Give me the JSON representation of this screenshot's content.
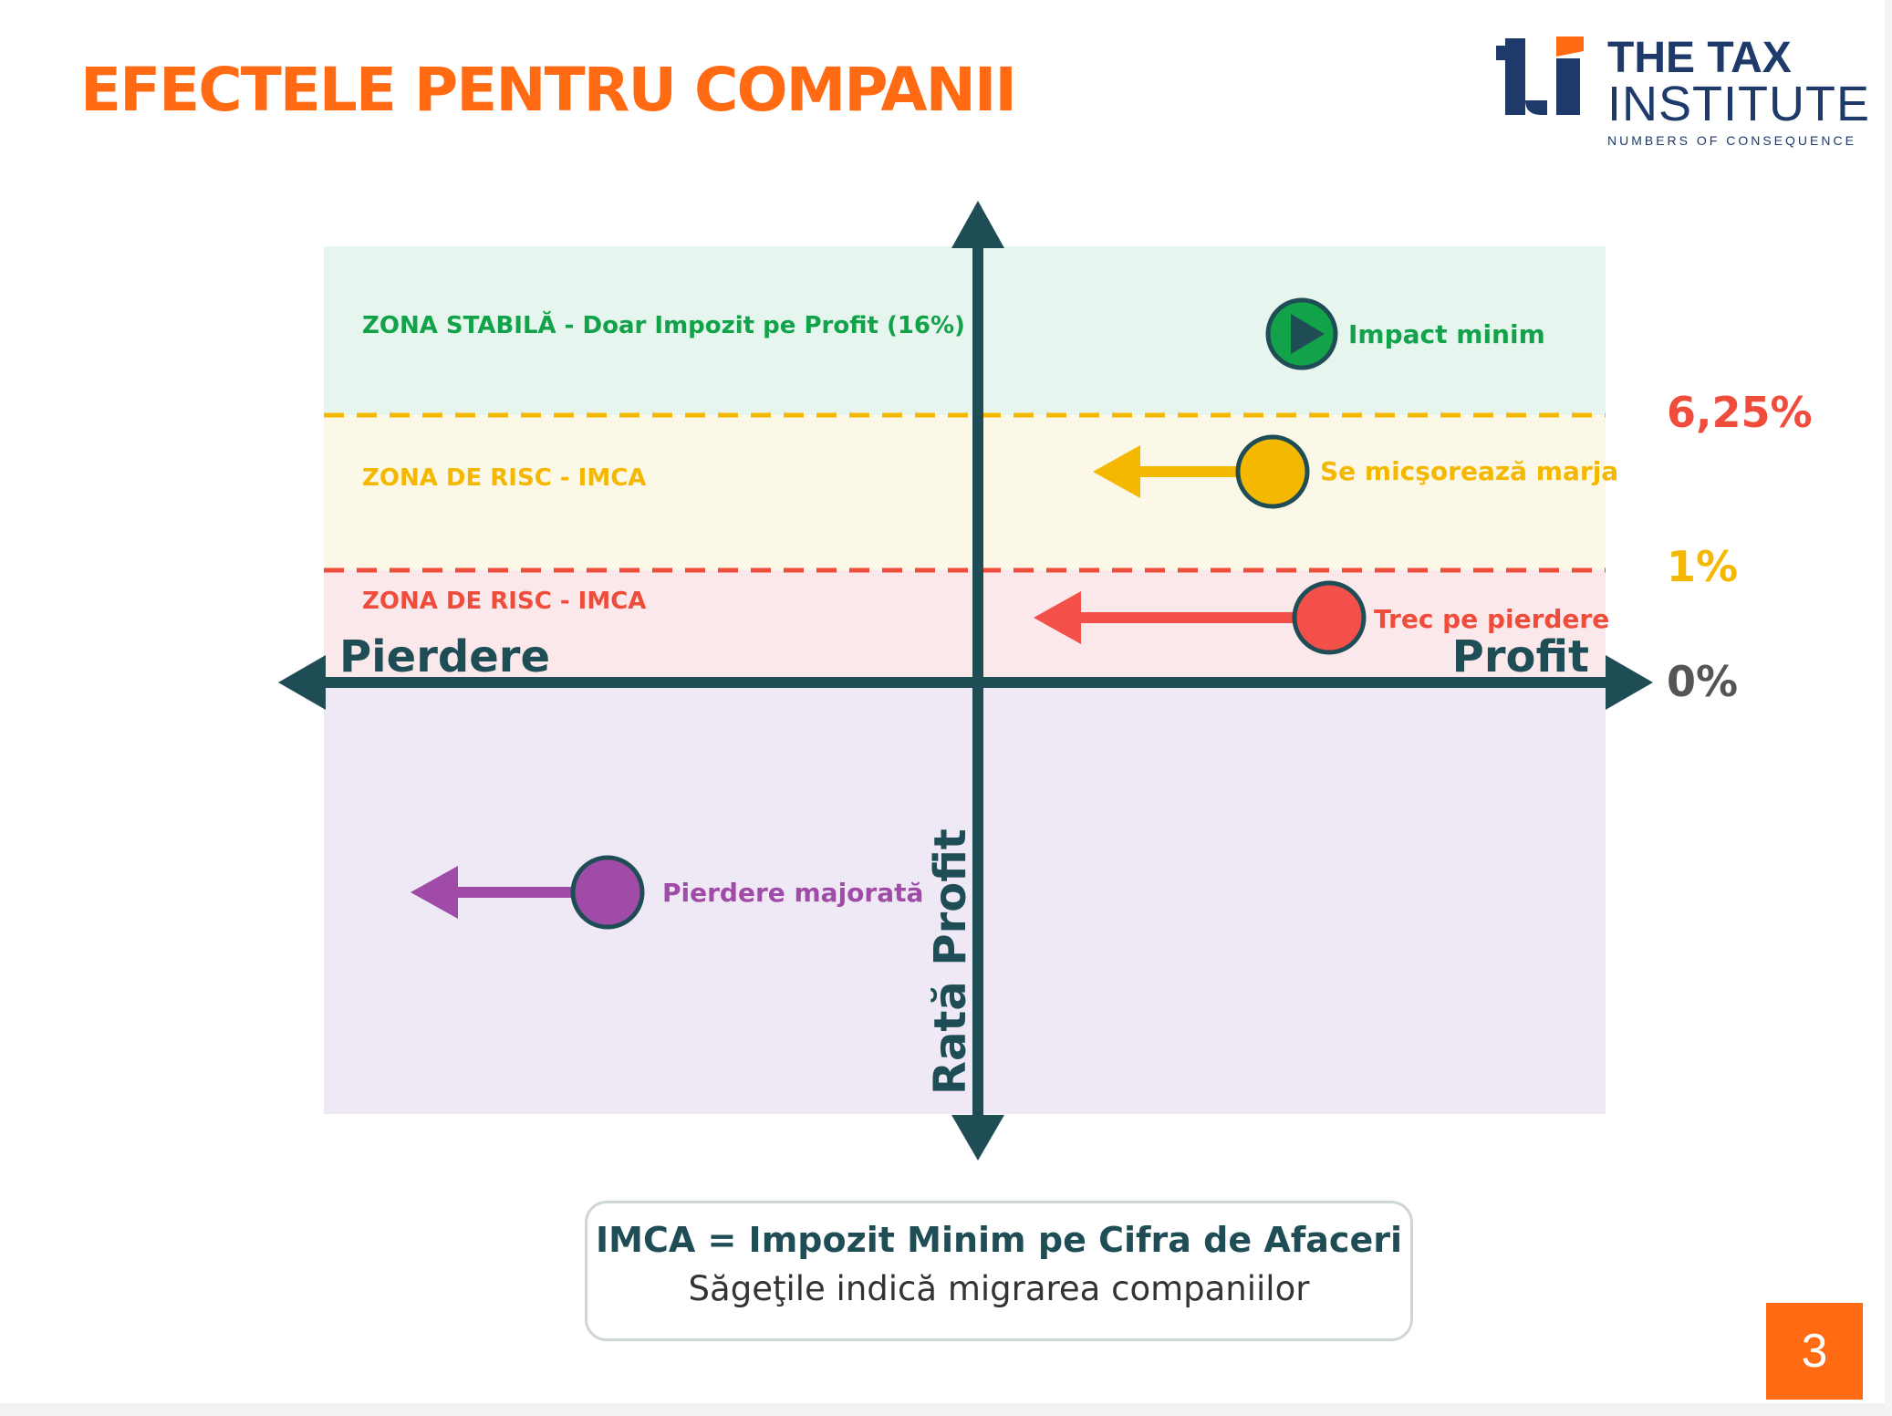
{
  "slide": {
    "title": "EFECTELE PENTRU COMPANII",
    "page_number": "3"
  },
  "logo": {
    "mark_text": "ti",
    "line1": "THE TAX",
    "line2": "INSTITUTE",
    "tagline": "NUMBERS OF CONSEQUENCE",
    "colors": {
      "navy": "#1d3a6b",
      "orange": "#ff6a13"
    }
  },
  "zones": [
    {
      "label": "ZONA STABILĂ - Doar Impozit pe Profit (16%)",
      "color": "#12a34a",
      "fill": "#e6f5ee"
    },
    {
      "label": "ZONA DE RISC - IMCA",
      "color": "#f5b800",
      "fill": "#fbf8e8"
    },
    {
      "label": "ZONA DE RISC - IMCA",
      "color": "#ef4c3c",
      "fill": "#fbe8ea"
    },
    {
      "label": "",
      "fill": "#efe9f5"
    }
  ],
  "thresholds": [
    {
      "label": "6,25%",
      "color": "#ef4c3c"
    },
    {
      "label": "1%",
      "color": "#f5b800"
    },
    {
      "label": "0%",
      "color": "#555555"
    }
  ],
  "axes": {
    "left": "Pierdere",
    "right": "Profit",
    "vertical": "Rată Profit",
    "color": "#1f4d55"
  },
  "points": [
    {
      "label": "Impact minim",
      "color": "#12a34a",
      "icon": "play-icon"
    },
    {
      "label": "Se micşorează marja",
      "color": "#f5b800"
    },
    {
      "label": "Trec pe pierdere",
      "color": "#f25048"
    },
    {
      "label": "Pierdere majorată",
      "color": "#a04ba8"
    }
  ],
  "legend": {
    "line1": "IMCA = Impozit Minim pe Cifra de Afaceri",
    "line2": "Săgeţile indică migrarea companiilor"
  }
}
